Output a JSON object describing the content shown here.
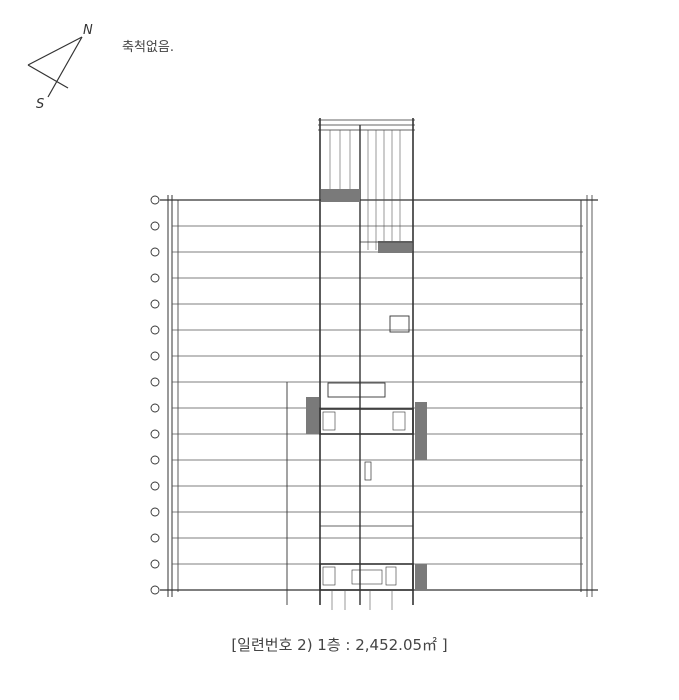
{
  "north_arrow": {
    "north_label": "N",
    "south_label": "S"
  },
  "scale_note": "축척없음.",
  "caption": "[일련번호 2) 1층 : 2,452.05㎡ ]",
  "floor_plan": {
    "floor": "1층",
    "area": "2,452.05㎡",
    "serial_number": "2",
    "grid_rows": 16,
    "row_y": [
      200,
      226,
      252,
      278,
      304,
      330,
      356,
      382,
      408,
      434,
      460,
      486,
      512,
      538,
      564,
      590
    ],
    "colors": {
      "line": "#333333",
      "shade": "#7a7a7a",
      "background": "#ffffff"
    }
  }
}
